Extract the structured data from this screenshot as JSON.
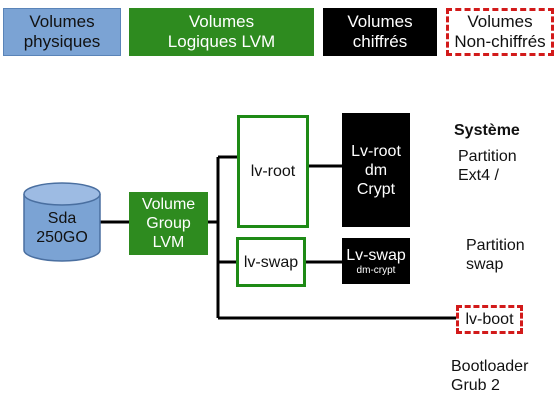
{
  "legend": {
    "physical": [
      "Volumes",
      "physiques"
    ],
    "logical": [
      "Volumes",
      "Logiques LVM"
    ],
    "encrypted": [
      "Volumes",
      "chiffrés"
    ],
    "unencrypted": [
      "Volumes",
      "Non-chiffrés"
    ]
  },
  "nodes": {
    "sda": [
      "Sda",
      "250GO"
    ],
    "vg": [
      "Volume",
      "Group",
      "LVM"
    ],
    "lv_root": "lv-root",
    "lv_swap": "lv-swap",
    "crypt_root": [
      "Lv-root",
      "dm",
      "Crypt"
    ],
    "crypt_swap": [
      "Lv-swap",
      "dm-crypt"
    ],
    "lv_boot": "lv-boot"
  },
  "labels": {
    "systeme": "Système",
    "root_part": [
      "Partition",
      "Ext4 /"
    ],
    "swap_part": [
      "Partition",
      "swap"
    ],
    "bootloader": [
      "Bootloader",
      "Grub 2"
    ]
  },
  "colors": {
    "physical": "#7ba3d4",
    "lvm": "#1e8a16",
    "encrypted": "#000000",
    "unencrypted_border": "#d21a1a"
  }
}
